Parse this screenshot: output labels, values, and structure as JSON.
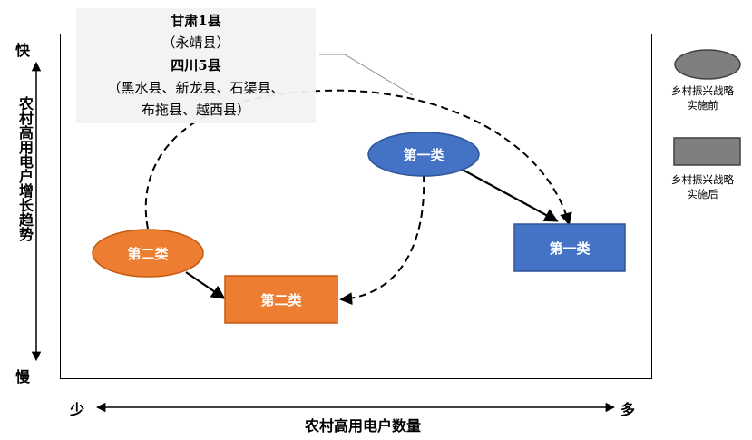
{
  "y_axis": {
    "top": "快",
    "bottom": "慢",
    "title": "农村高用电户增长趋势"
  },
  "x_axis": {
    "left": "少",
    "right": "多",
    "title": "农村高用电户数量"
  },
  "annotation": {
    "line1": "甘肃1县",
    "line2": "（永靖县）",
    "line3": "四川5县",
    "line4": "（黑水县、新龙县、石渠县、",
    "line5": "布拖县、越西县）"
  },
  "nodes": {
    "class1_before": "第一类",
    "class1_after": "第一类",
    "class2_before": "第二类",
    "class2_after": "第二类"
  },
  "legend": {
    "before": {
      "line1": "乡村振兴战略",
      "line2": "实施前"
    },
    "after": {
      "line1": "乡村振兴战略",
      "line2": "实施后"
    }
  },
  "colors": {
    "blue": "#4472c4",
    "orange": "#ed7d31",
    "legend_gray": "#7f7f7f",
    "annotation_bg": "#f2f2f2"
  }
}
